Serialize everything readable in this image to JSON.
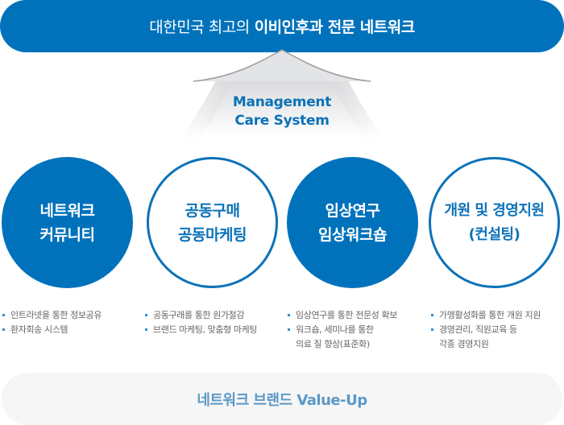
{
  "header": {
    "title_regular": "대한민국 최고의",
    "title_bold": "이비인후과 전문 네트워크",
    "color": "#0072bc"
  },
  "center": {
    "line1": "Management",
    "line2": "Care System"
  },
  "pillars": [
    {
      "line1": "네트워크",
      "line2": "커뮤니티",
      "style": "filled",
      "bullets": [
        [
          "인트라넷을 통한 정보공유"
        ],
        [
          "환자회송 시스템"
        ]
      ]
    },
    {
      "line1": "공동구매",
      "line2": "공동마케팅",
      "style": "outline",
      "bullets": [
        [
          "공동구래를 통한 원가절감"
        ],
        [
          "브랜드 마케팅, 맞춤형 마케팅"
        ]
      ]
    },
    {
      "line1": "임상연구",
      "line2": "임상워크숍",
      "style": "filled",
      "bullets": [
        [
          "임상연구를 통한 전문성 확보"
        ],
        [
          "워크숍, 세미나를 통한",
          "의료 질 향상(표준화)"
        ]
      ]
    },
    {
      "line1": "개원 및 경영지원",
      "line2": "(컨설팅)",
      "style": "outline",
      "bullets": [
        [
          "가맹활성화를 통한 개원 지원"
        ],
        [
          "경영관리, 직원교육 등",
          "각종 경영지원"
        ]
      ]
    }
  ],
  "footer": {
    "label": "네트워크 브랜드 Value-Up"
  },
  "colors": {
    "primary": "#0072bc",
    "outline_text": "#0c72b8",
    "bullet_text": "#666666",
    "bullet_marker": "#2a8fd6",
    "footer_bg": "#f6f6f7",
    "footer_text": "#5b98c6"
  }
}
